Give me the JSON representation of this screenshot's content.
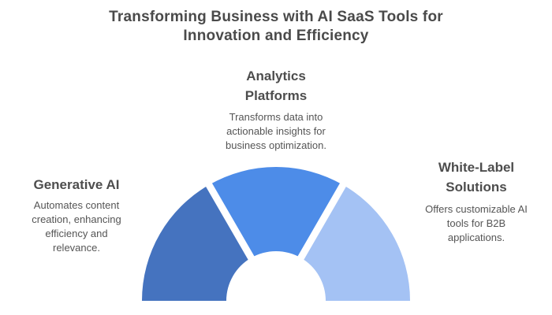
{
  "title": {
    "text": "Transforming Business with AI SaaS Tools for Innovation and Efficiency"
  },
  "sections": [
    {
      "id": "generative-ai",
      "heading": "Generative AI",
      "description": "Automates content creation, enhancing efficiency and relevance."
    },
    {
      "id": "analytics-platforms",
      "heading": "Analytics Platforms",
      "description": "Transforms data into actionable insights for business optimization."
    },
    {
      "id": "white-label-solutions",
      "heading": "White-Label Solutions",
      "description": "Offers customizable AI tools for B2B applications."
    }
  ],
  "chart_data": {
    "type": "pie",
    "subtype": "semicircle-donut-gauge",
    "title": "Transforming Business with AI SaaS Tools for Innovation and Efficiency",
    "categories": [
      "Generative AI",
      "Analytics Platforms",
      "White-Label Solutions"
    ],
    "values": [
      33.33,
      33.33,
      33.34
    ],
    "colors": [
      "#4573BF",
      "#4D8CE8",
      "#A4C2F4"
    ],
    "start_angle": 180,
    "end_angle": 0,
    "legend_position": "none",
    "data_labels": "none",
    "grid": false
  },
  "colors": {
    "background": "#ffffff",
    "title_text": "#4a4a4a",
    "heading_text": "#4d4d4d",
    "body_text": "#555555",
    "segment_gap": "#ffffff"
  }
}
